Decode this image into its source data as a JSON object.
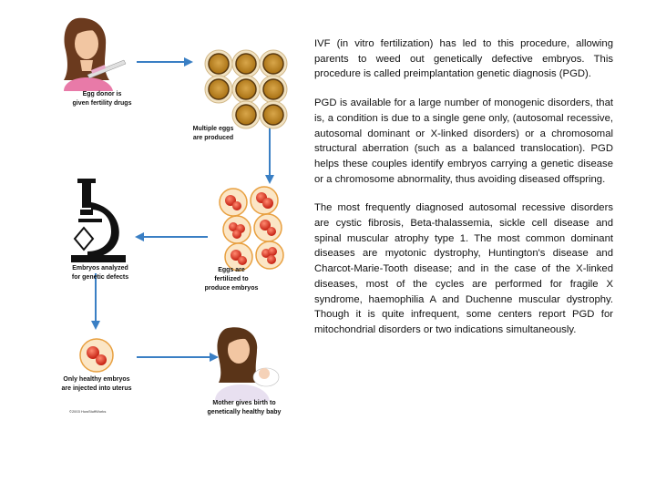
{
  "diagram": {
    "labels": {
      "egg_donor_1": "Egg donor is",
      "egg_donor_2": "given fertility drugs",
      "multiple_eggs_1": "Multiple eggs",
      "multiple_eggs_2": "are produced",
      "embryos_analyzed_1": "Embryos analyzed",
      "embryos_analyzed_2": "for genetic defects",
      "eggs_fertilized_1": "Eggs are",
      "eggs_fertilized_2": "fertilized to",
      "eggs_fertilized_3": "produce embryos",
      "healthy_embryos_1": "Only healthy embryos",
      "healthy_embryos_2": "are injected into uterus",
      "mother_1": "Mother gives birth to",
      "mother_2": "genetically healthy baby",
      "copyright": "©2003 HowStuffWorks"
    },
    "colors": {
      "arrow": "#3a7fc4",
      "egg_fill": "#c8931e",
      "egg_ring": "#5a3a10",
      "embryo_ring": "#e8a040",
      "embryo_cell": "#d8321e"
    }
  },
  "text": {
    "p1": "IVF (in vitro fertilization) has led to this procedure, allowing parents to weed out genetically defective embryos. This procedure is called preimplantation genetic diagnosis (PGD).",
    "p2": "PGD is available for a large number of monogenic disorders, that is, a condition is due to a single gene only, (autosomal recessive, autosomal dominant or X-linked disorders) or a chromosomal structural aberration (such as a balanced translocation). PGD helps these couples identify embryos carrying a genetic disease or a chromosome abnormality, thus avoiding diseased offspring.",
    "p3": "The most frequently diagnosed autosomal recessive disorders are cystic fibrosis, Beta-thalassemia, sickle cell disease and spinal muscular atrophy type 1. The most common dominant diseases are myotonic dystrophy, Huntington's disease and Charcot-Marie-Tooth disease; and in the case of the X-linked diseases, most of the cycles are performed for fragile X syndrome, haemophilia A and Duchenne muscular dystrophy. Though it is quite infrequent, some centers report PGD for mitochondrial disorders or two indications simultaneously."
  }
}
